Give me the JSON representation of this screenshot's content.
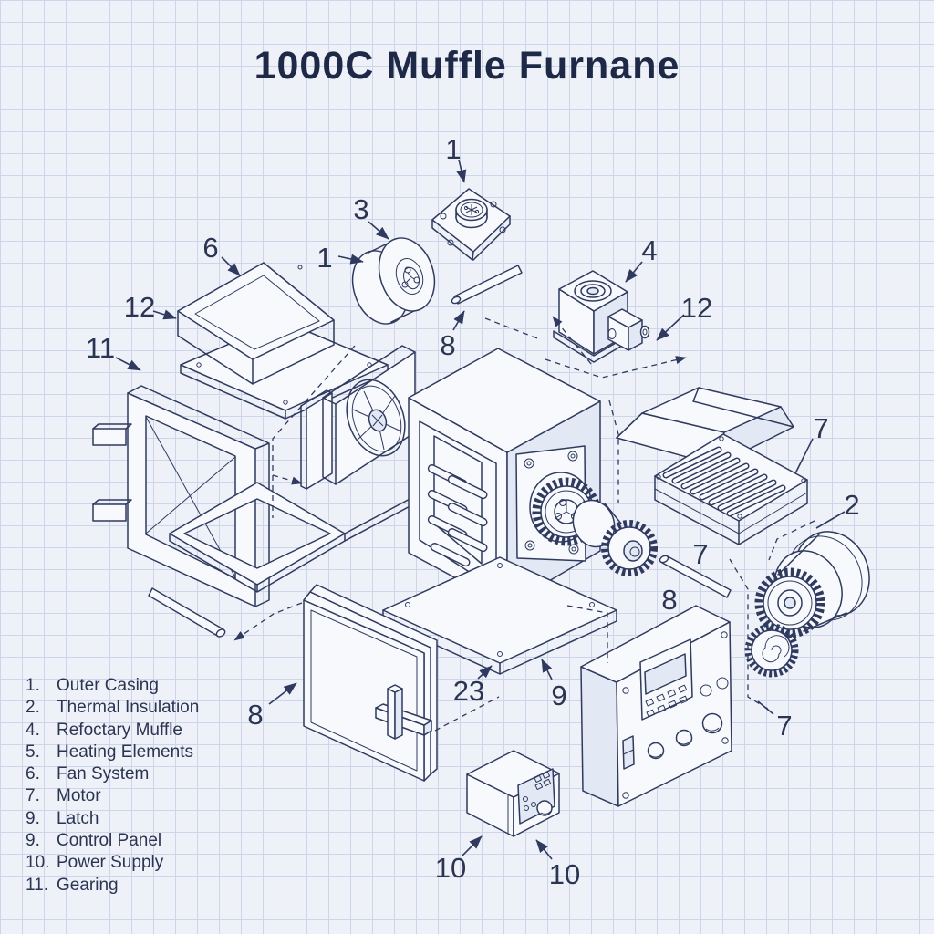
{
  "title": "1000C Muffle Furnane",
  "colors": {
    "background": "#eef1f8",
    "grid": "#ccd5e9",
    "ink": "#2f3a5e",
    "title_ink": "#1e2947",
    "label_ink": "#2b3552",
    "face": "#f7f9fd",
    "face_shade": "#e2e8f4"
  },
  "legend": {
    "items": [
      {
        "num": "1.",
        "label": "Outer Casing"
      },
      {
        "num": "2.",
        "label": "Thermal Insulation"
      },
      {
        "num": "4.",
        "label": "Refoctary Muffle"
      },
      {
        "num": "5.",
        "label": "Heating Elements"
      },
      {
        "num": "6.",
        "label": "Fan System"
      },
      {
        "num": "7.",
        "label": "Motor"
      },
      {
        "num": "9.",
        "label": "Latch"
      },
      {
        "num": "9.",
        "label": "Control Panel"
      },
      {
        "num": "10.",
        "label": "Power Supply"
      },
      {
        "num": "11.",
        "label": "Gearing"
      }
    ]
  },
  "callouts": [
    {
      "text": "1"
    },
    {
      "text": "3"
    },
    {
      "text": "1"
    },
    {
      "text": "6"
    },
    {
      "text": "12"
    },
    {
      "text": "11"
    },
    {
      "text": "4"
    },
    {
      "text": "12"
    },
    {
      "text": "8"
    },
    {
      "text": "7"
    },
    {
      "text": "2"
    },
    {
      "text": "7"
    },
    {
      "text": "8"
    },
    {
      "text": "8"
    },
    {
      "text": "23"
    },
    {
      "text": "9"
    },
    {
      "text": "7"
    },
    {
      "text": "10"
    },
    {
      "text": "10"
    }
  ]
}
